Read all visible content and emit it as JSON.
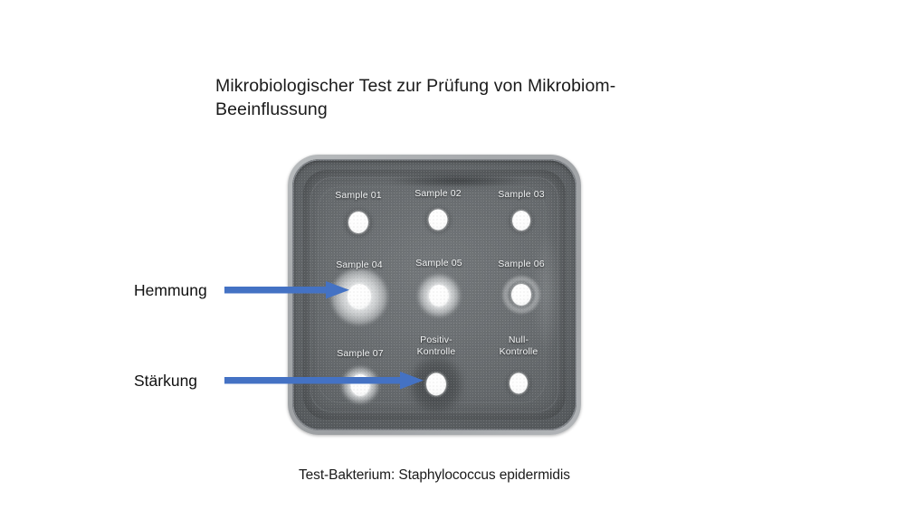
{
  "title": "Mikrobiologischer Test zur Prüfung von Mikrobiom-Beeinflussung",
  "caption": "Test-Bakterium: Staphylococcus epidermidis",
  "colors": {
    "arrow_blue": "#4472C4",
    "background": "#FFFFFF",
    "text": "#111111",
    "well_label": "#F2F4F5",
    "plate_rim": "#B2B5B8",
    "agar": "#666A6D"
  },
  "plate": {
    "name": "agar-diffusion-plate",
    "rows": 3,
    "columns": 3,
    "wells": [
      {
        "id": "sample-01",
        "label": "Sample 01",
        "row": 1,
        "col": 1,
        "effect": "none",
        "halo": "none"
      },
      {
        "id": "sample-02",
        "label": "Sample 02",
        "row": 1,
        "col": 2,
        "effect": "none",
        "halo": "none"
      },
      {
        "id": "sample-03",
        "label": "Sample 03",
        "row": 1,
        "col": 3,
        "effect": "none",
        "halo": "none"
      },
      {
        "id": "sample-04",
        "label": "Sample 04",
        "row": 2,
        "col": 1,
        "effect": "inhibition",
        "halo": "large-bright"
      },
      {
        "id": "sample-05",
        "label": "Sample 05",
        "row": 2,
        "col": 2,
        "effect": "inhibition",
        "halo": "medium-bright"
      },
      {
        "id": "sample-06",
        "label": "Sample 06",
        "row": 2,
        "col": 3,
        "effect": "none",
        "halo": "gray-ring"
      },
      {
        "id": "sample-07",
        "label": "Sample 07",
        "row": 3,
        "col": 1,
        "effect": "inhibition",
        "halo": "small-bright"
      },
      {
        "id": "positiv-kontrolle",
        "label": "Positiv-\nKontrolle",
        "row": 3,
        "col": 2,
        "effect": "enhancement",
        "halo": "dark-zone"
      },
      {
        "id": "null-kontrolle",
        "label": "Null-\nKontrolle",
        "row": 3,
        "col": 3,
        "effect": "none",
        "halo": "none"
      }
    ]
  },
  "annotations": [
    {
      "id": "hemmung",
      "label": "Hemmung",
      "points_to": "sample-04"
    },
    {
      "id": "staerkung",
      "label": "Stärkung",
      "points_to": "positiv-kontrolle"
    }
  ]
}
